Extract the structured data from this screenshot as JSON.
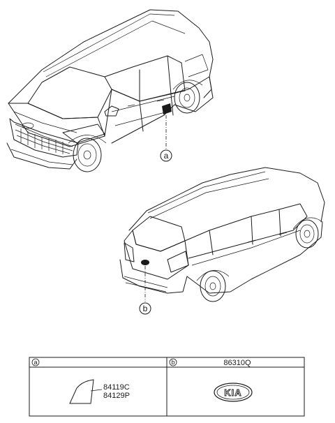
{
  "callouts": {
    "front_view": "a",
    "rear_view": "b"
  },
  "parts_table": {
    "columns": [
      {
        "ref": "a",
        "header_part_number": "",
        "part_numbers": [
          "84119C",
          "84129P"
        ],
        "illustration": "adhesive-tape-piece"
      },
      {
        "ref": "b",
        "header_part_number": "86310Q",
        "part_numbers": [],
        "illustration": "kia-emblem",
        "emblem_text": "KIA"
      }
    ]
  }
}
